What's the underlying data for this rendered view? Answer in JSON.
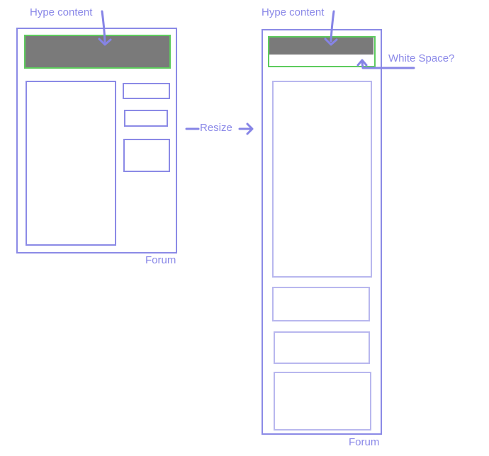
{
  "labels": {
    "left_hype": "Hype content",
    "right_hype": "Hype content",
    "resize": "Resize",
    "white_space": "White Space?",
    "left_forum": "Forum",
    "right_forum": "Forum"
  },
  "colors": {
    "stroke": "#8b8ae6",
    "stroke_soft": "#b3b2ee",
    "highlight": "#5ecb5e",
    "hype_fill": "#7a7a7a",
    "text": "#8a88e8"
  }
}
